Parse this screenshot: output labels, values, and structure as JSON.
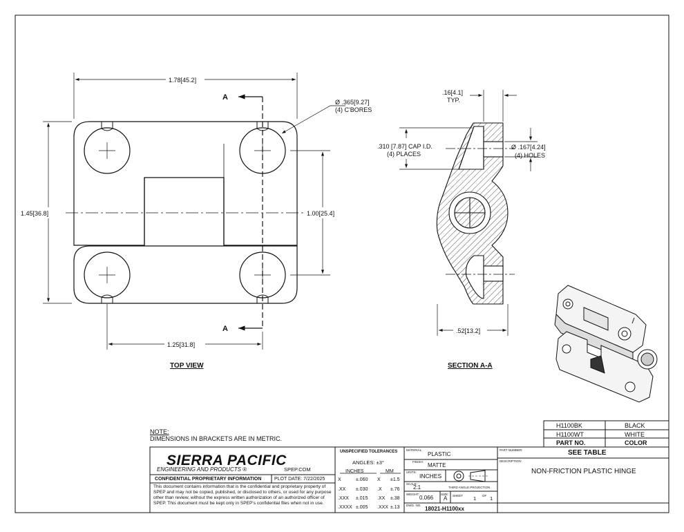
{
  "views": {
    "top_view_label": "TOP VIEW",
    "section_label": "SECTION A-A",
    "section_marker": "A"
  },
  "dimensions": {
    "width_top": "1.78",
    "width_top_mm": "45.2",
    "height_left": "1.45",
    "height_left_mm": "36.8",
    "hole_span": "1.00",
    "hole_span_mm": "25.4",
    "hole_x_span": "1.25",
    "hole_x_span_mm": "31.8",
    "cbore_dia": ".365",
    "cbore_dia_mm": "9.27",
    "cbore_note": "(4) C'BORES",
    "thickness": ".16",
    "thickness_mm": "4.1",
    "typ": "TYP.",
    "cap_id": ".310 [7.87] CAP I.D.",
    "cap_places": "(4) PLACES",
    "hole_dia": ".167",
    "hole_dia_mm": "4.24",
    "hole_note": "(4) HOLES",
    "depth": ".52",
    "depth_mm": "13.2"
  },
  "note": {
    "heading": "NOTE:",
    "text": "DIMENSIONS IN BRACKETS ARE IN METRIC."
  },
  "part_table": {
    "rows": [
      {
        "part": "H1100BK",
        "color": "BLACK"
      },
      {
        "part": "H1100WT",
        "color": "WHITE"
      }
    ],
    "header_part": "PART NO.",
    "header_color": "COLOR"
  },
  "title_block": {
    "company": "SIERRA PACIFIC",
    "company_sub": "ENGINEERING AND PRODUCTS",
    "website": "SPEP.COM",
    "confidential": "CONFIDENTIAL PROPRIETARY INFORMATION",
    "plot_date": "PLOT DATE: 7/22/2025",
    "disclaimer": "This document contains information that is the confidential and proprietary property of SPEP and may not be copied, published, or disclosed to others, or used for any purpose  other than review, without the express written authorization of an authorized officer of SPEP. This document must be kept only in SPEP's confidential files when not in use.",
    "tol_title": "UNSPECIFIED TOLERANCES",
    "angles": "ANGLES: ±3°",
    "inches": "INCHES",
    "mm": "MM",
    "tol_in": [
      [
        "X",
        "±.060"
      ],
      [
        ".XX",
        "±.030"
      ],
      [
        ".XXX",
        "±.015"
      ],
      [
        ".XXXX",
        "±.005"
      ]
    ],
    "tol_mm": [
      [
        "X",
        "±1.5"
      ],
      [
        ".X",
        "±.76"
      ],
      [
        ".XX",
        "±.38"
      ],
      [
        ".XXX",
        "±.13"
      ]
    ],
    "material_label": "MATERIAL:",
    "material": "PLASTIC",
    "finish_label": "FINISH:",
    "finish": "MATTE",
    "units_label": "UNITS:",
    "units": "INCHES",
    "scale_label": "SCALE:",
    "scale": "2:1",
    "projection": "THIRD ANGLE PROJECTION",
    "weight_label": "WEIGHT:",
    "weight": "0.066",
    "size_label": "SIZE:",
    "size": "A",
    "sheet_label": "SHEET",
    "sheet": "1",
    "of_label": "OF",
    "of": "1",
    "dwg_label": "DWG. NO.",
    "dwg": "18021-H1100xx",
    "partnum_label": "PART NUMBER:",
    "partnum": "SEE TABLE",
    "desc_label": "DESCRIPTION:",
    "desc": "NON-FRICTION PLASTIC HINGE"
  }
}
